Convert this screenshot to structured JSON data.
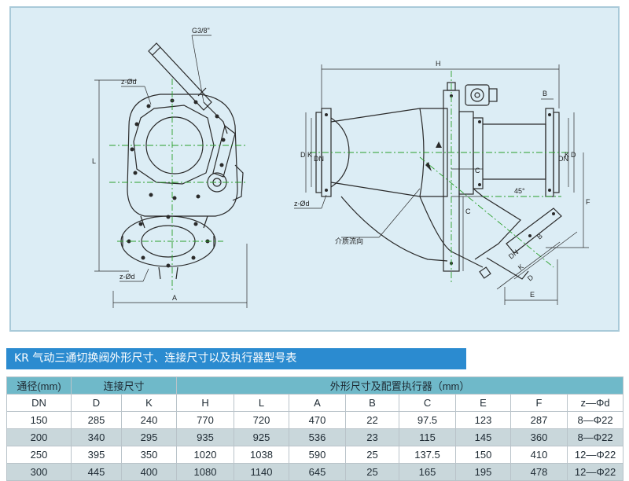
{
  "drawing": {
    "labels": {
      "g_thread": "G3/8\"",
      "z_phi_d": "z-Ød",
      "dim_a": "A",
      "dim_l": "L",
      "dim_h": "H",
      "dim_b": "B",
      "dim_c": "C",
      "dim_d": "D",
      "dim_k": "K",
      "dim_dn": "DN",
      "dim_e": "E",
      "dim_f": "F",
      "angle": "45°",
      "flow": "介质流向"
    }
  },
  "title": "KR 气动三通切换阀外形尺寸、连接尺寸以及执行器型号表",
  "table": {
    "group_headers": [
      "通径(mm)",
      "连接尺寸",
      "外形尺寸及配置执行器（mm）"
    ],
    "columns": [
      "DN",
      "D",
      "K",
      "H",
      "L",
      "A",
      "B",
      "C",
      "E",
      "F",
      "z—Φd"
    ],
    "rows": [
      [
        "150",
        "285",
        "240",
        "770",
        "720",
        "470",
        "22",
        "97.5",
        "123",
        "287",
        "8—Φ22"
      ],
      [
        "200",
        "340",
        "295",
        "935",
        "925",
        "536",
        "23",
        "115",
        "145",
        "360",
        "8—Φ22"
      ],
      [
        "250",
        "395",
        "350",
        "1020",
        "1038",
        "590",
        "25",
        "137.5",
        "150",
        "410",
        "12—Φ22"
      ],
      [
        "300",
        "445",
        "400",
        "1080",
        "1140",
        "645",
        "25",
        "165",
        "195",
        "478",
        "12—Φ22"
      ]
    ]
  }
}
